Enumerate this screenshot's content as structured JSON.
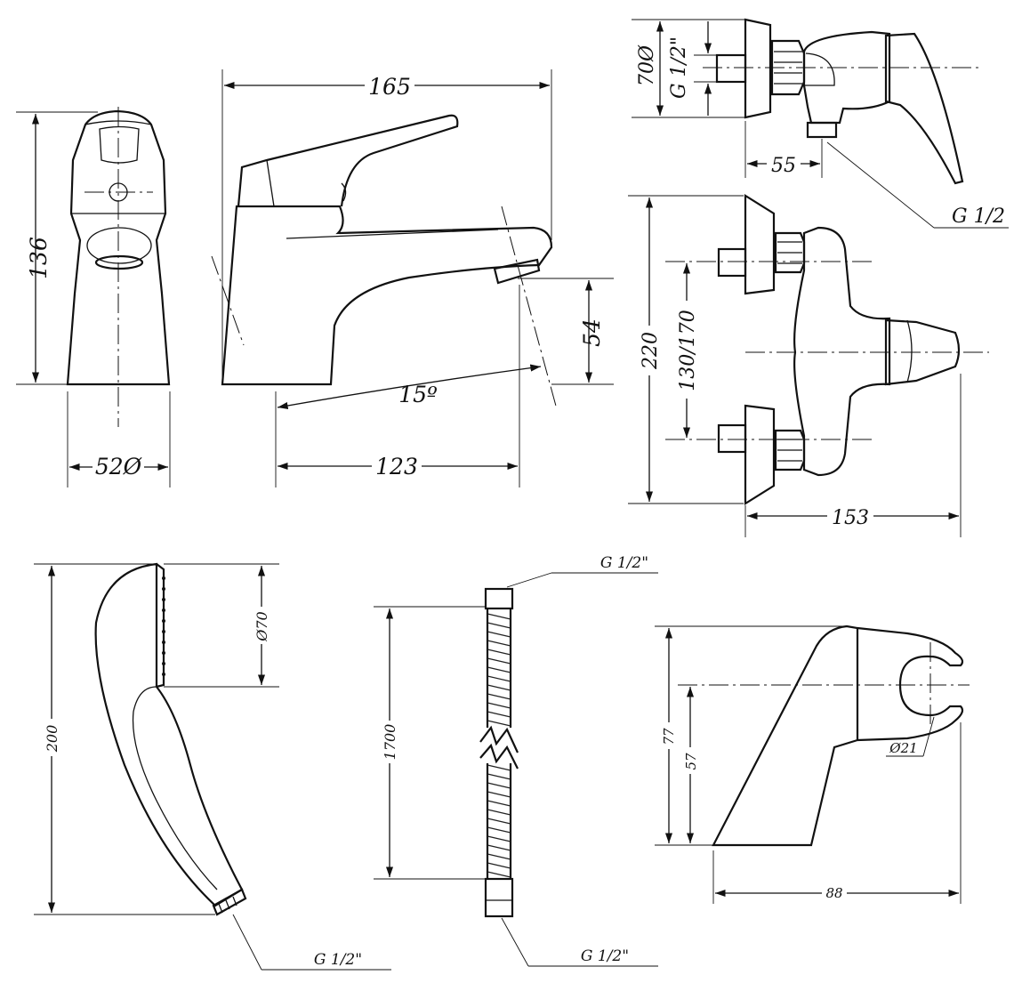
{
  "basin_mixer_front": {
    "height": "136",
    "diameter": "52Ø"
  },
  "basin_mixer_side": {
    "length": "165",
    "reach": "123",
    "spout_height": "54",
    "angle": "15º"
  },
  "shower_mixer_side": {
    "flange_diameter": "70Ø",
    "inlet_thread": "G 1/2\"",
    "depth": "55",
    "outlet_thread": "G 1/2"
  },
  "shower_mixer_front": {
    "height": "220",
    "centers": "130/170",
    "width": "153"
  },
  "hand_shower": {
    "length": "200",
    "head_diameter": "Ø70",
    "thread": "G 1/2\""
  },
  "hose": {
    "length": "1700",
    "thread_top": "G 1/2\"",
    "thread_bottom": "G 1/2\""
  },
  "holder": {
    "height": "77",
    "axis_height": "57",
    "clip_diameter": "Ø21",
    "depth": "88"
  }
}
